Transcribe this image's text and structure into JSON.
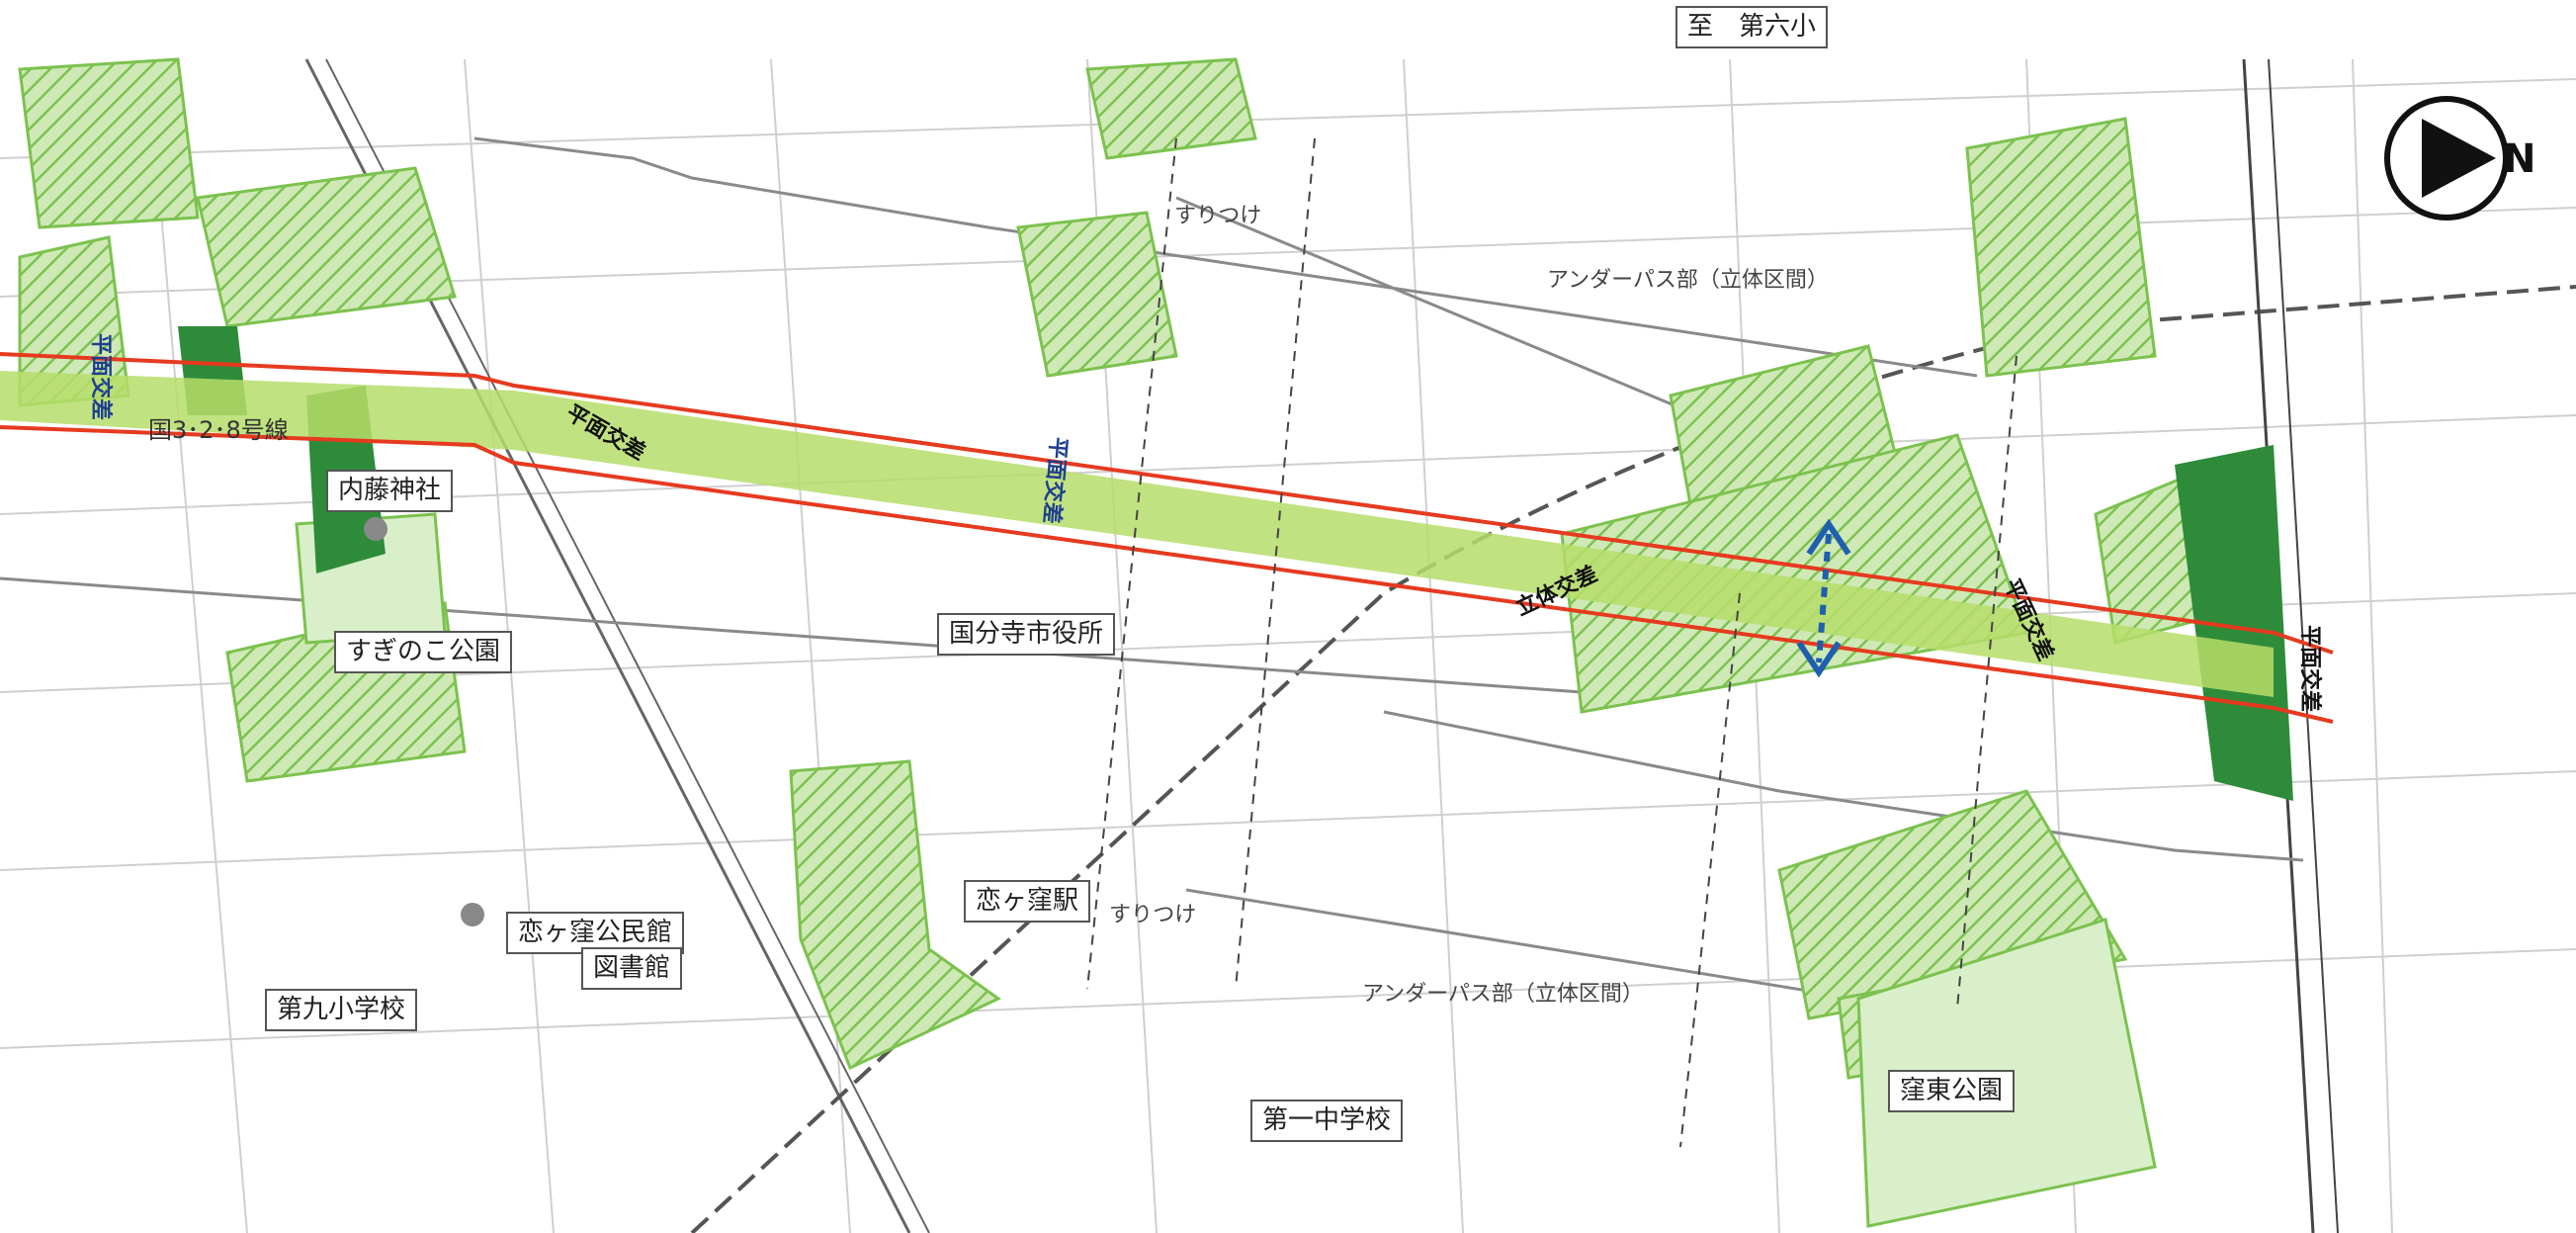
{
  "labels": {
    "to_school": "至　第六小",
    "naito_shrine": "内藤神社",
    "sugi_park": "すぎのこ公園",
    "city_hall": "国分寺市役所",
    "station": "恋ヶ窪駅",
    "community_hall": "恋ヶ窪公民館",
    "library": "図書館",
    "school_9": "第九小学校",
    "junior_high": "第一中学校",
    "kubo_park": "窪東公園",
    "route_name": "国3･2･8号線"
  },
  "annotations": {
    "suritsuke_1": "すりつけ",
    "suritsuke_2": "すりつけ",
    "underpass_1": "アンダーパス部（立体区間）",
    "underpass_2": "アンダーパス部（立体区間）"
  },
  "crossings": {
    "at_grade": "平面交差",
    "grade_separated": "立体交差"
  },
  "compass": {
    "letter": "N"
  },
  "colors": {
    "road_red": "#e63a1f",
    "green_hatch": "#8fcf5f",
    "dark_green": "#2e8b3a",
    "band_green": "#9fd24a",
    "blue_arrow": "#1f5fae",
    "gray_road": "#c8c8c8"
  }
}
